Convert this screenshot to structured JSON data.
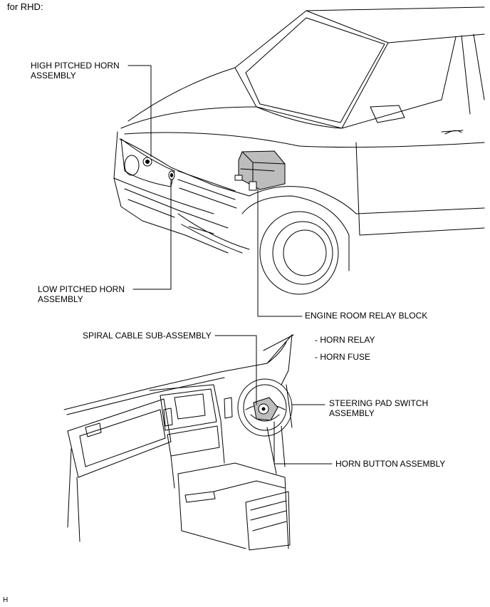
{
  "header": "for RHD:",
  "labels": {
    "high_pitched_horn_line1": "HIGH PITCHED HORN",
    "high_pitched_horn_line2": "ASSEMBLY",
    "low_pitched_horn_line1": "LOW PITCHED HORN",
    "low_pitched_horn_line2": "ASSEMBLY",
    "engine_room_relay_block": "ENGINE ROOM RELAY BLOCK",
    "spiral_cable": "SPIRAL CABLE SUB-ASSEMBLY",
    "horn_relay": "- HORN RELAY",
    "horn_fuse": "- HORN FUSE",
    "steering_pad_switch_line1": "STEERING PAD SWITCH",
    "steering_pad_switch_line2": "ASSEMBLY",
    "horn_button": "HORN BUTTON ASSEMBLY"
  },
  "footer_code": "H"
}
